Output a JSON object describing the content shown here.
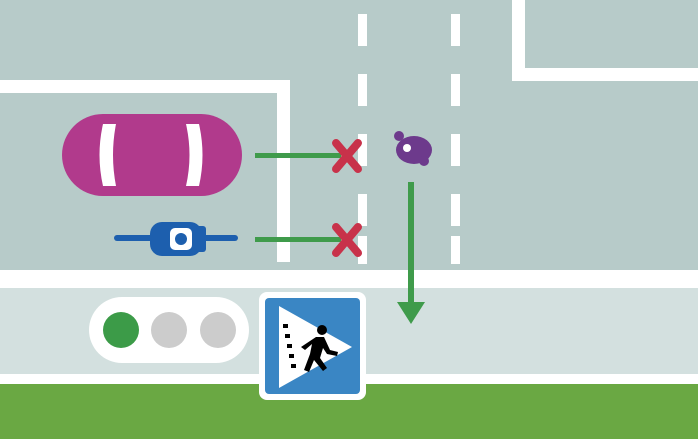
{
  "scene": {
    "description_tag": "pedestrian-crossing-right-of-way",
    "colors": {
      "road": "#b7cbc9",
      "road_marking": "#ffffff",
      "sidewalk": "#d3e0df",
      "grass": "#6aa843",
      "car": "#b13a8c",
      "motorcycle": "#1d5fae",
      "pedestrian": "#6d3a8c",
      "arrow": "#3f9b4b",
      "cross": "#c8324a",
      "sign_blue": "#3a86c4",
      "light_green": "#3c9b48",
      "light_off": "#cccccc"
    },
    "traffic_light": {
      "active": "green",
      "lamps": [
        "green",
        "off",
        "off"
      ]
    },
    "sign": {
      "type": "pedestrian-crossing-sign"
    },
    "vehicles": [
      {
        "type": "car",
        "action": "must-stop"
      },
      {
        "type": "motorcycle",
        "action": "must-stop"
      }
    ],
    "pedestrian": {
      "action": "crossing"
    }
  }
}
